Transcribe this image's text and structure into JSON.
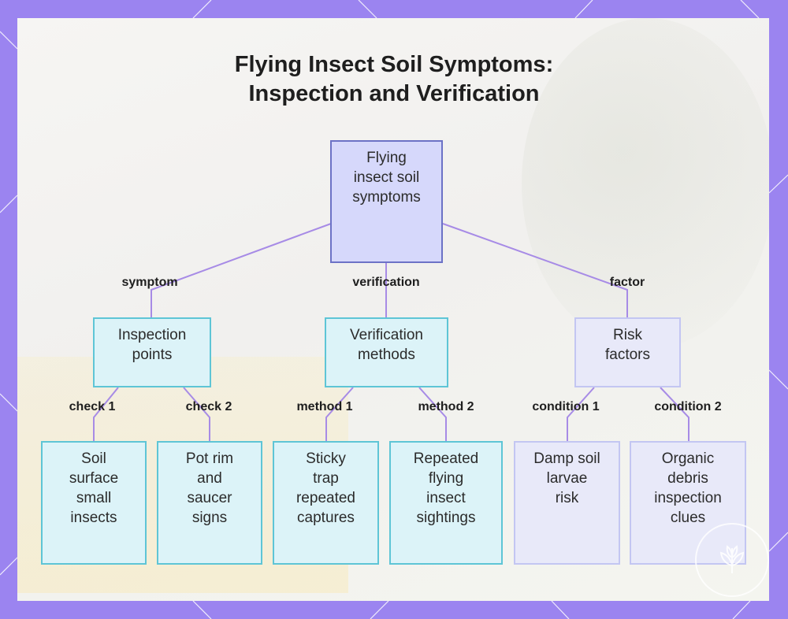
{
  "title": {
    "line1": "Flying Insect Soil Symptoms:",
    "line2": "Inspection and Verification"
  },
  "nodes": {
    "root": [
      "Flying",
      "insect soil",
      "symptoms"
    ],
    "inspection_points": [
      "Inspection",
      "points"
    ],
    "verification_methods": [
      "Verification",
      "methods"
    ],
    "risk_factors": [
      "Risk",
      "factors"
    ],
    "soil_surface": [
      "Soil",
      "surface",
      "small",
      "insects"
    ],
    "pot_rim": [
      "Pot rim",
      "and",
      "saucer",
      "signs"
    ],
    "sticky_trap": [
      "Sticky",
      "trap",
      "repeated",
      "captures"
    ],
    "repeated_sightings": [
      "Repeated",
      "flying",
      "insect",
      "sightings"
    ],
    "damp_soil": [
      "Damp soil",
      "larvae",
      "risk"
    ],
    "organic_debris": [
      "Organic",
      "debris",
      "inspection",
      "clues"
    ]
  },
  "edge_labels": {
    "symptom": "symptom",
    "verification": "verification",
    "factor": "factor",
    "check1": "check 1",
    "check2": "check 2",
    "method1": "method 1",
    "method2": "method 2",
    "condition1": "condition 1",
    "condition2": "condition 2"
  },
  "colors": {
    "frame": "#9b84f0",
    "root_fill": "#d6d8fb",
    "root_border": "#6c72c6",
    "teal_fill": "#dcf3f8",
    "teal_border": "#5ec5d6",
    "lavender_fill": "#e8e9f9",
    "lavender_border": "#c3c6f2",
    "edge": "#a78be6"
  },
  "icons": {
    "watermark": "leaf-logo-icon"
  }
}
